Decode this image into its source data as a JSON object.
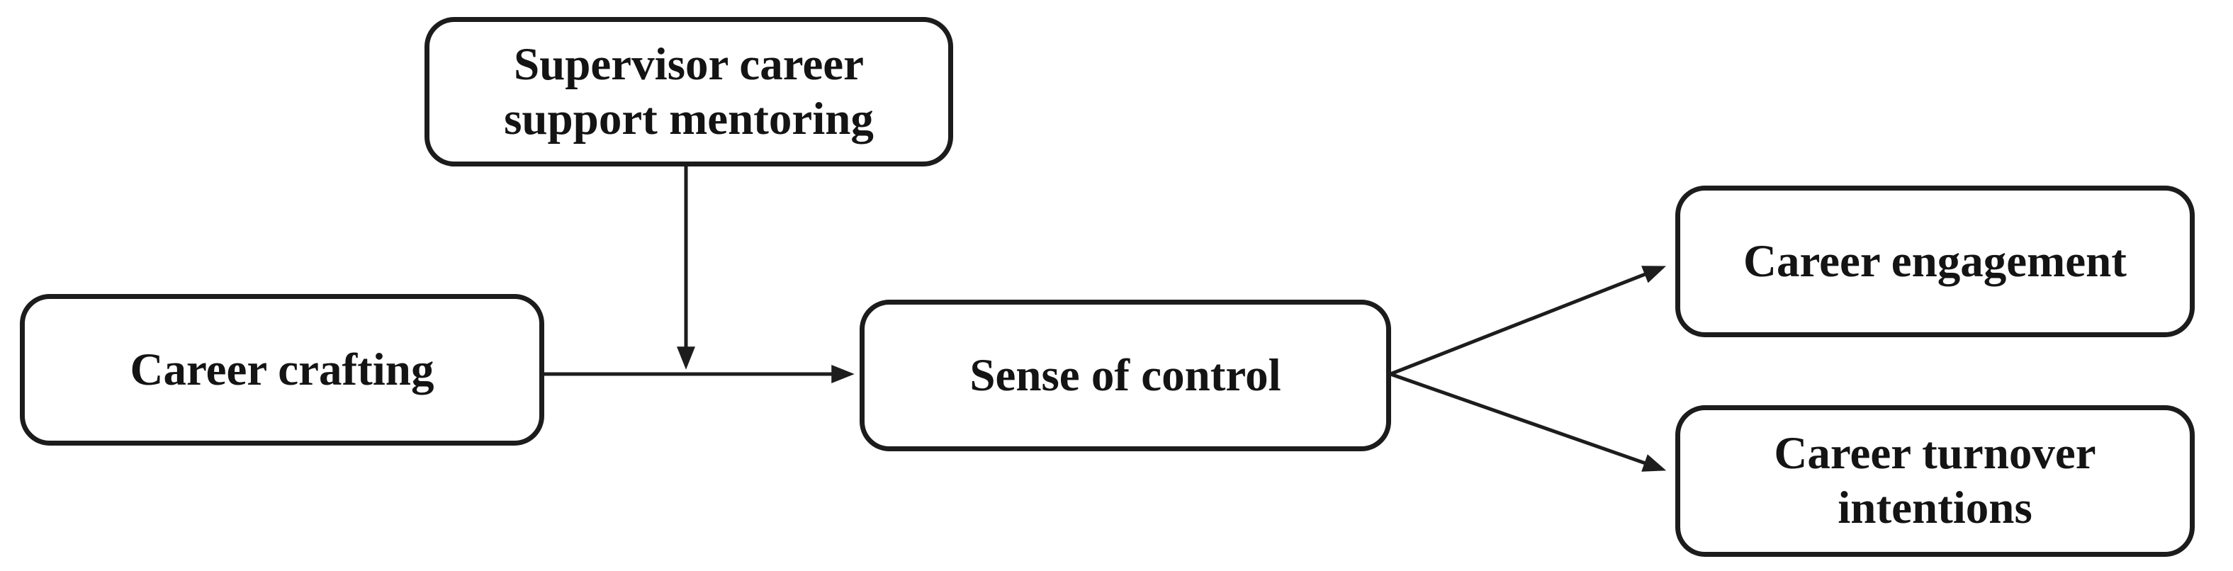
{
  "diagram": {
    "type": "conceptual-model-flowchart",
    "nodes": [
      {
        "id": "supervisor-career-support-mentoring",
        "label": "Supervisor career support mentoring"
      },
      {
        "id": "career-crafting",
        "label": "Career crafting"
      },
      {
        "id": "sense-of-control",
        "label": "Sense of control"
      },
      {
        "id": "career-engagement",
        "label": "Career engagement"
      },
      {
        "id": "career-turnover-intentions",
        "label": "Career turnover intentions"
      }
    ],
    "edges": [
      {
        "id": "crafting-to-control",
        "from": "career-crafting",
        "to": "sense-of-control",
        "arrowhead": "filled-triangle"
      },
      {
        "id": "mentoring-moderation",
        "from": "supervisor-career-support-mentoring",
        "to": "midpoint-of-crafting-to-control-arrow",
        "arrowhead": "filled-triangle"
      },
      {
        "id": "control-to-engagement",
        "from": "sense-of-control",
        "to": "career-engagement",
        "arrowhead": "filled-triangle"
      },
      {
        "id": "control-to-turnover",
        "from": "sense-of-control",
        "to": "career-turnover-intentions",
        "arrowhead": "filled-triangle"
      }
    ],
    "colors": {
      "background": "#ffffff",
      "node_fill": "#ffffff",
      "node_border": "#1c1c1c",
      "line": "#1d1d1d",
      "text": "#141414"
    }
  }
}
